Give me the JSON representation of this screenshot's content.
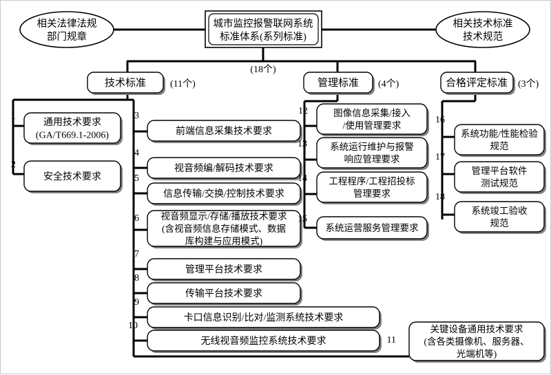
{
  "diagram": {
    "title": "城市监控报警联网系统标准体系(系列标准)",
    "type": "hierarchy-tree",
    "root": {
      "line1": "城市监控报警联网系统",
      "line2": "标准体系(系列标准)",
      "count_label": "(18个)"
    },
    "side_nodes": [
      {
        "id": "left-ellipse",
        "line1": "相关法律法规",
        "line2": "部门规章"
      },
      {
        "id": "right-ellipse",
        "line1": "相关技术标准",
        "line2": "技术规范"
      }
    ],
    "categories": [
      {
        "id": "tech",
        "label": "技术标准",
        "count_label": "(11个)"
      },
      {
        "id": "management",
        "label": "管理标准",
        "count_label": "(4个)"
      },
      {
        "id": "conformity",
        "label": "合格评定标准",
        "count_label": "(3个)"
      }
    ],
    "items": [
      {
        "num": "1",
        "group": "tech",
        "lines": [
          "通用技术要求",
          "(GA/T669.1-2006)"
        ]
      },
      {
        "num": "2",
        "group": "tech",
        "lines": [
          "安全技术要求"
        ]
      },
      {
        "num": "3",
        "group": "tech",
        "lines": [
          "前端信息采集技术要求"
        ]
      },
      {
        "num": "4",
        "group": "tech",
        "lines": [
          "视音频编/解码技术要求"
        ]
      },
      {
        "num": "5",
        "group": "tech",
        "lines": [
          "信息传输/交换/控制技术要求"
        ]
      },
      {
        "num": "6",
        "group": "tech",
        "lines": [
          "视音频显示/存储/播放技术要求",
          "(含视音频信息存储模式、数据",
          "库构建与应用模式)"
        ]
      },
      {
        "num": "7",
        "group": "tech",
        "lines": [
          "管理平台技术要求"
        ]
      },
      {
        "num": "8",
        "group": "tech",
        "lines": [
          "传输平台技术要求"
        ]
      },
      {
        "num": "9",
        "group": "tech",
        "lines": [
          "卡口信息识别/比对/监测系统技术要求"
        ]
      },
      {
        "num": "10",
        "group": "tech",
        "lines": [
          "无线视音频监控系统技术要求"
        ]
      },
      {
        "num": "11",
        "group": "tech",
        "lines": [
          "关键设备通用技术要求",
          "(含各类摄像机、服务器、",
          "光端机等)"
        ]
      },
      {
        "num": "12",
        "group": "management",
        "lines": [
          "图像信息采集/接入",
          "/使用管理要求"
        ]
      },
      {
        "num": "13",
        "group": "management",
        "lines": [
          "系统运行维护与报警",
          "响应管理要求"
        ]
      },
      {
        "num": "14",
        "group": "management",
        "lines": [
          "工程程序/工程招投标",
          "管理要求"
        ]
      },
      {
        "num": "15",
        "group": "management",
        "lines": [
          "系统运营服务管理要求"
        ]
      },
      {
        "num": "16",
        "group": "conformity",
        "lines": [
          "系统功能/性能检验",
          "规范"
        ]
      },
      {
        "num": "17",
        "group": "conformity",
        "lines": [
          "管理平台软件",
          "测试规范"
        ]
      },
      {
        "num": "18",
        "group": "conformity",
        "lines": [
          "系统竣工验收",
          "规范"
        ]
      }
    ],
    "colors": {
      "stroke": "#000000",
      "fill": "#ffffff",
      "shadow": "#808080",
      "background": "#ffffff"
    }
  }
}
